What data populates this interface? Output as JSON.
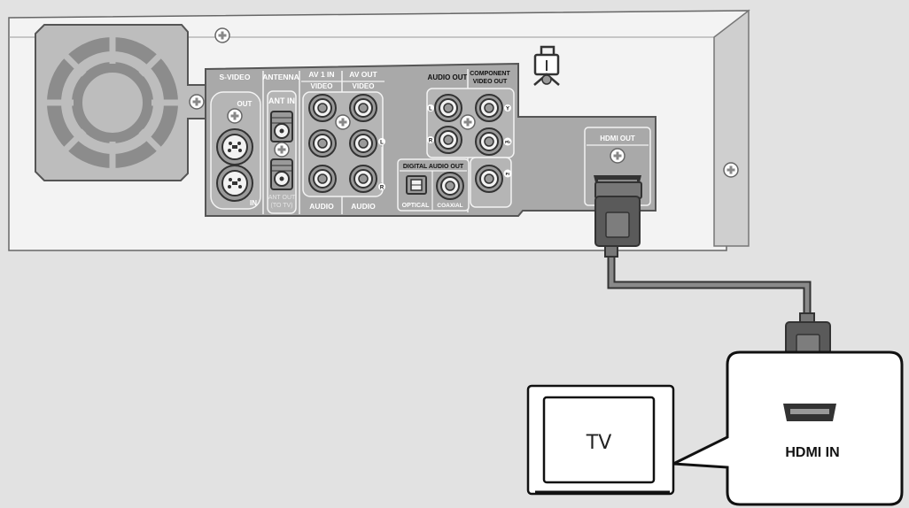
{
  "panel": {
    "svideo": "S-VIDEO",
    "antenna": "ANTENNA",
    "av1_in": "AV 1 IN",
    "av_out": "AV OUT",
    "video_1": "VIDEO",
    "video_2": "VIDEO",
    "audio_1": "AUDIO",
    "audio_2": "AUDIO",
    "out": "OUT",
    "in": "IN",
    "ant_in": "ANT IN",
    "ant_out": "ANT OUT",
    "to_tv": "(TO TV)",
    "audio_out": "AUDIO OUT",
    "component_1": "COMPONENT",
    "component_2": "VIDEO OUT",
    "digital_audio_out": "DIGITAL AUDIO OUT",
    "optical": "OPTICAL",
    "coaxial": "COAXIAL",
    "hdmi_out": "HDMI OUT",
    "l_mark": "L",
    "r_mark": "R",
    "y_mark": "Y",
    "pb_mark": "Pb",
    "pr_mark": "Pr"
  },
  "tv": {
    "label": "TV"
  },
  "callout": {
    "hdmi_in": "HDMI IN"
  },
  "colors": {
    "background": "#e2e2e2",
    "chassis": "#f3f3f3",
    "panel": "#a9a9a9",
    "outline": "#555555",
    "cable": "#8a8a8a"
  }
}
